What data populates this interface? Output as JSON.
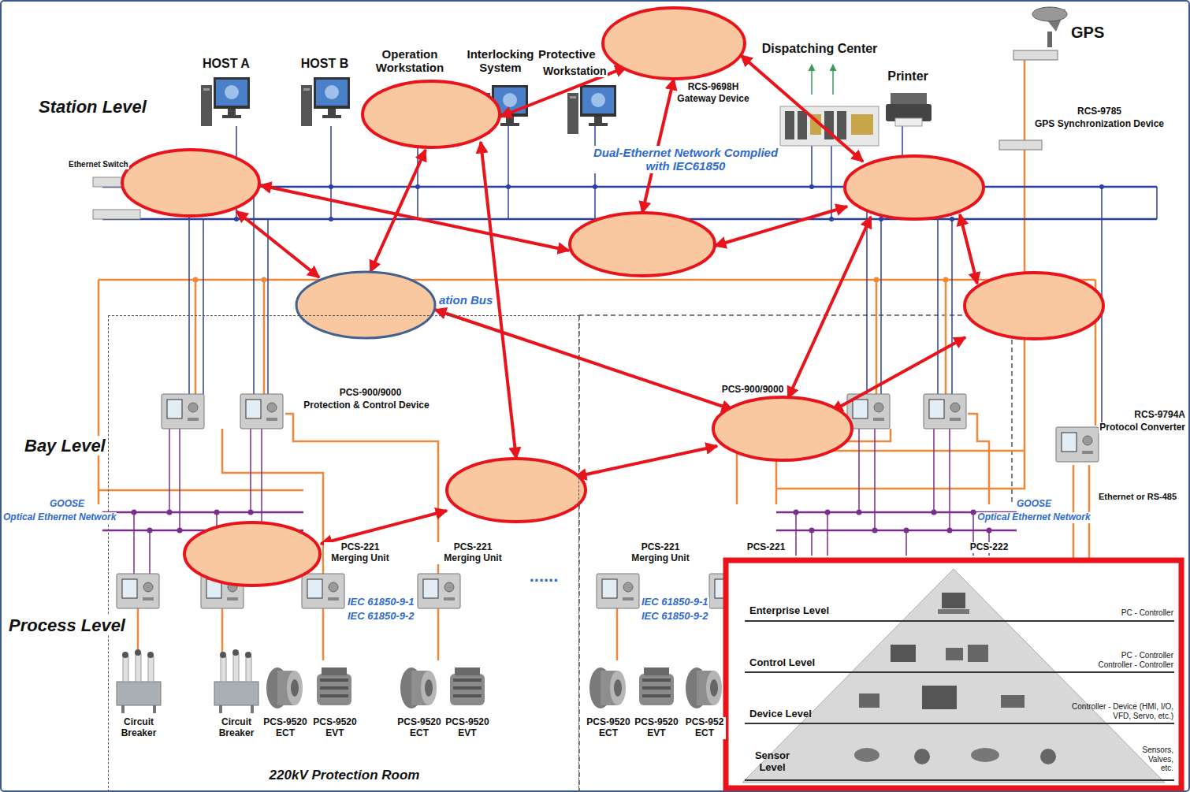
{
  "diagram": {
    "nodes": [
      {
        "text": [
          "220kV Protection Room"
        ]
      }
    ],
    "labels": [
      "Station Level",
      "Bay Level",
      "Process Level",
      "HOST A",
      "HOST B",
      "Operation Workstation",
      "Interlocking System",
      "Protective",
      "Workstation",
      "Dispatching Center",
      "RCS-9698H",
      "Gateway Device",
      "Printer",
      "GPS",
      "RCS-9785",
      "GPS Synchronization Device",
      "Ethernet Switch",
      "Dual-Ethernet Network Complied with IEC61850",
      "ation Bus",
      "PCS-900/9000",
      "Protection & Control Device",
      "PCS-900/9000",
      "RCS-9794A",
      "Protocol Converter",
      "GOOSE",
      "Optical Ethernet Network",
      "GOOSE",
      "Optical Ethernet Network",
      "Ethernet or RS-485",
      "PCS-221 Merging Unit",
      "PCS-221 Merging Unit",
      "PCS-221 Merging Unit",
      "PCS-221",
      "PCS-222",
      "IEC 61850-9-1",
      "IEC 61850-9-2",
      "IEC 61850-9-1",
      "IEC 61850-9-2",
      "......",
      "Circuit Breaker",
      "Circuit Breaker",
      "PCS-9520 ECT",
      "PCS-9520 EVT",
      "PCS-9520 ECT",
      "PCS-9520 EVT",
      "PCS-9520 ECT",
      "PCS-9520 EVT",
      "PCS-952 ECT",
      "Enterprise Level",
      "PC - Controller",
      "Control Level",
      "PC - Controller Controller - Controller",
      "Device Level",
      "Controller - Device (HMI, I/O, VFD, Servo, etc.)",
      "Sensor Level",
      "Sensors, Valves, etc."
    ]
  }
}
